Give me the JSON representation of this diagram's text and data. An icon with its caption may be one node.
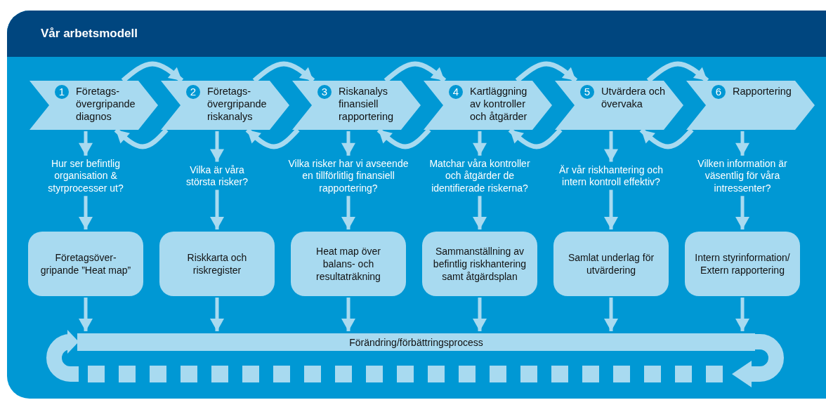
{
  "diagram": {
    "title": "Vår arbetsmodell",
    "nodes": [
      {
        "text": [
          "1",
          "Företags- övergripande diagnos"
        ]
      },
      {
        "text": [
          "2",
          "Företags- övergripande riskanalys"
        ]
      },
      {
        "text": [
          "3",
          "Riskanalys finansiell rapportering"
        ]
      },
      {
        "text": [
          "4",
          "Kartläggning av kontroller och åtgärder"
        ]
      },
      {
        "text": [
          "5",
          "Utvärdera och övervaka"
        ]
      },
      {
        "text": [
          "6",
          "Rapportering"
        ]
      },
      {
        "text": [
          "Hur ser befintlig organisation & styrprocesser ut?"
        ]
      },
      {
        "text": [
          "Vilka är våra största risker?"
        ]
      },
      {
        "text": [
          "Vilka risker har vi avseende en tillförlitlig finansiell rapportering?"
        ]
      },
      {
        "text": [
          "Matchar våra kontroller och åtgärder de identifierade riskerna?"
        ]
      },
      {
        "text": [
          "Är vår riskhantering och intern kontroll effektiv?"
        ]
      },
      {
        "text": [
          "Vilken information är väsentlig för våra intressenter?"
        ]
      },
      {
        "text": [
          "Företagsöver- gripande ”Heat map”"
        ]
      },
      {
        "text": [
          "Riskkarta och riskregister"
        ]
      },
      {
        "text": [
          "Heat map över balans- och resultaträkning"
        ]
      },
      {
        "text": [
          "Sammanställning av befintlig riskhantering samt åtgärdsplan"
        ]
      },
      {
        "text": [
          "Samlat underlag för utvärdering"
        ]
      },
      {
        "text": [
          "Intern styrinformation/ Extern rapportering"
        ]
      },
      {
        "text": [
          "Förändring/förbättringsprocess"
        ]
      }
    ],
    "edges": [
      {
        "from": 0,
        "to": 6,
        "arrow": "to"
      },
      {
        "from": 1,
        "to": 7,
        "arrow": "to"
      },
      {
        "from": 2,
        "to": 8,
        "arrow": "to"
      },
      {
        "from": 3,
        "to": 9,
        "arrow": "to"
      },
      {
        "from": 4,
        "to": 10,
        "arrow": "to"
      },
      {
        "from": 5,
        "to": 11,
        "arrow": "to"
      },
      {
        "from": 6,
        "to": 12,
        "arrow": "to"
      },
      {
        "from": 7,
        "to": 13,
        "arrow": "to"
      },
      {
        "from": 8,
        "to": 14,
        "arrow": "to"
      },
      {
        "from": 9,
        "to": 15,
        "arrow": "to"
      },
      {
        "from": 10,
        "to": 16,
        "arrow": "to"
      },
      {
        "from": 11,
        "to": 17,
        "arrow": "to"
      },
      {
        "from": 12,
        "to": 18,
        "arrow": "to"
      },
      {
        "from": 13,
        "to": 18,
        "arrow": "to"
      },
      {
        "from": 14,
        "to": 18,
        "arrow": "to"
      },
      {
        "from": 15,
        "to": 18,
        "arrow": "to"
      },
      {
        "from": 16,
        "to": 18,
        "arrow": "to"
      },
      {
        "from": 17,
        "to": 18,
        "arrow": "to"
      },
      {
        "from": 0,
        "to": 1,
        "arrow": "to"
      },
      {
        "from": 1,
        "to": 0,
        "arrow": "to"
      },
      {
        "from": 1,
        "to": 2,
        "arrow": "to"
      },
      {
        "from": 2,
        "to": 1,
        "arrow": "to"
      },
      {
        "from": 2,
        "to": 3,
        "arrow": "to"
      },
      {
        "from": 3,
        "to": 2,
        "arrow": "to"
      },
      {
        "from": 3,
        "to": 4,
        "arrow": "to"
      },
      {
        "from": 4,
        "to": 3,
        "arrow": "to"
      },
      {
        "from": 4,
        "to": 5,
        "arrow": "to"
      },
      {
        "from": 5,
        "to": 4,
        "arrow": "to"
      }
    ]
  }
}
